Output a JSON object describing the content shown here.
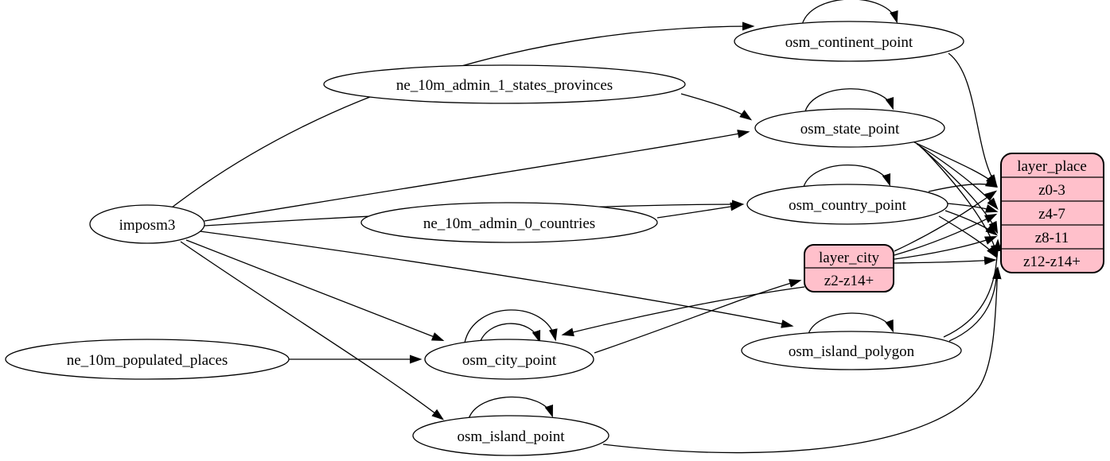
{
  "colors": {
    "background": "#ffffff",
    "table_node_fill": "#ffffff",
    "layer_record_fill": "#ffc0cb",
    "stroke": "#000000"
  },
  "nodes": {
    "imposm3": {
      "label": "imposm3",
      "type": "source"
    },
    "ne_10m_admin_1_states_provinces": {
      "label": "ne_10m_admin_1_states_provinces",
      "type": "source"
    },
    "ne_10m_admin_0_countries": {
      "label": "ne_10m_admin_0_countries",
      "type": "source"
    },
    "ne_10m_populated_places": {
      "label": "ne_10m_populated_places",
      "type": "source"
    },
    "osm_continent_point": {
      "label": "osm_continent_point",
      "type": "table"
    },
    "osm_state_point": {
      "label": "osm_state_point",
      "type": "table"
    },
    "osm_country_point": {
      "label": "osm_country_point",
      "type": "table"
    },
    "osm_city_point": {
      "label": "osm_city_point",
      "type": "table"
    },
    "osm_island_polygon": {
      "label": "osm_island_polygon",
      "type": "table"
    },
    "osm_island_point": {
      "label": "osm_island_point",
      "type": "table"
    }
  },
  "records": {
    "layer_city": {
      "title": "layer_city",
      "rows": [
        "z2-z14+"
      ]
    },
    "layer_place": {
      "title": "layer_place",
      "rows": [
        "z0-3",
        "z4-7",
        "z8-11",
        "z12-z14+"
      ]
    }
  },
  "edges": [
    {
      "from": "imposm3",
      "to": "osm_continent_point"
    },
    {
      "from": "imposm3",
      "to": "osm_state_point"
    },
    {
      "from": "imposm3",
      "to": "osm_country_point"
    },
    {
      "from": "imposm3",
      "to": "osm_city_point"
    },
    {
      "from": "imposm3",
      "to": "osm_island_polygon"
    },
    {
      "from": "imposm3",
      "to": "osm_island_point"
    },
    {
      "from": "ne_10m_admin_1_states_provinces",
      "to": "osm_state_point"
    },
    {
      "from": "ne_10m_admin_0_countries",
      "to": "osm_country_point"
    },
    {
      "from": "ne_10m_populated_places",
      "to": "osm_city_point"
    },
    {
      "from": "osm_continent_point",
      "to": "osm_continent_point"
    },
    {
      "from": "osm_state_point",
      "to": "osm_state_point"
    },
    {
      "from": "osm_country_point",
      "to": "osm_country_point"
    },
    {
      "from": "osm_city_point",
      "to": "osm_city_point"
    },
    {
      "from": "osm_city_point",
      "to": "osm_city_point"
    },
    {
      "from": "osm_island_polygon",
      "to": "osm_island_polygon"
    },
    {
      "from": "osm_island_point",
      "to": "osm_island_point"
    },
    {
      "from": "osm_continent_point",
      "to": "layer_place",
      "row": "z0-3"
    },
    {
      "from": "osm_state_point",
      "to": "layer_place",
      "row": "z0-3"
    },
    {
      "from": "osm_state_point",
      "to": "layer_place",
      "row": "z4-7"
    },
    {
      "from": "osm_state_point",
      "to": "layer_place",
      "row": "z8-11"
    },
    {
      "from": "osm_state_point",
      "to": "layer_place",
      "row": "z12-z14+"
    },
    {
      "from": "osm_country_point",
      "to": "layer_place",
      "row": "z0-3"
    },
    {
      "from": "osm_country_point",
      "to": "layer_place",
      "row": "z4-7"
    },
    {
      "from": "osm_country_point",
      "to": "layer_place",
      "row": "z8-11"
    },
    {
      "from": "osm_country_point",
      "to": "layer_place",
      "row": "z12-z14+"
    },
    {
      "from": "osm_city_point",
      "to": "layer_city",
      "row": "z2-z14+"
    },
    {
      "from": "layer_city",
      "to": "osm_city_point"
    },
    {
      "from": "layer_city",
      "to": "layer_place",
      "row": "z0-3"
    },
    {
      "from": "layer_city",
      "to": "layer_place",
      "row": "z4-7"
    },
    {
      "from": "layer_city",
      "to": "layer_place",
      "row": "z8-11"
    },
    {
      "from": "layer_city",
      "to": "layer_place",
      "row": "z12-z14+"
    },
    {
      "from": "osm_island_polygon",
      "to": "layer_place",
      "row": "z8-11"
    },
    {
      "from": "osm_island_polygon",
      "to": "layer_place",
      "row": "z12-z14+"
    },
    {
      "from": "osm_island_point",
      "to": "layer_place",
      "row": "z12-z14+"
    }
  ]
}
